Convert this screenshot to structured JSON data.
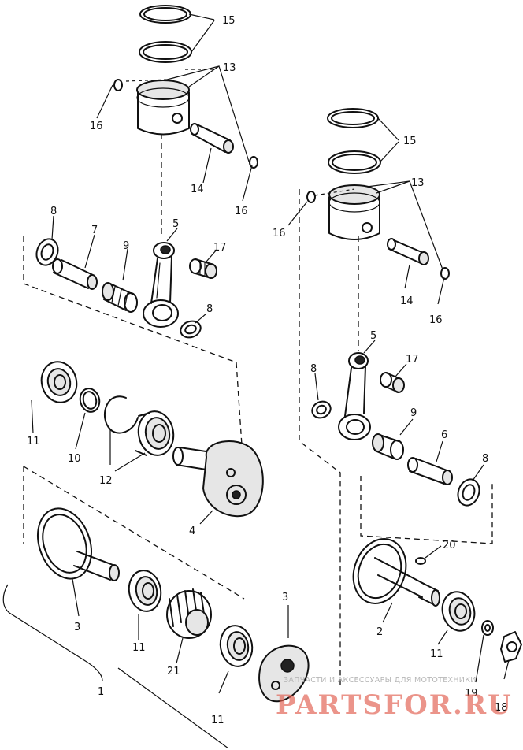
{
  "diagram": {
    "callouts": [
      {
        "id": "c15a",
        "text": "15"
      },
      {
        "id": "c13a",
        "text": "13"
      },
      {
        "id": "c16a",
        "text": "16"
      },
      {
        "id": "c14a",
        "text": "14"
      },
      {
        "id": "c16b",
        "text": "16"
      },
      {
        "id": "c8a",
        "text": "8"
      },
      {
        "id": "c7",
        "text": "7"
      },
      {
        "id": "c9a",
        "text": "9"
      },
      {
        "id": "c5a",
        "text": "5"
      },
      {
        "id": "c17a",
        "text": "17"
      },
      {
        "id": "c8b",
        "text": "8"
      },
      {
        "id": "c15b",
        "text": "15"
      },
      {
        "id": "c13b",
        "text": "13"
      },
      {
        "id": "c16c",
        "text": "16"
      },
      {
        "id": "c14b",
        "text": "14"
      },
      {
        "id": "c16d",
        "text": "16"
      },
      {
        "id": "c5b",
        "text": "5"
      },
      {
        "id": "c8c",
        "text": "8"
      },
      {
        "id": "c17b",
        "text": "17"
      },
      {
        "id": "c9b",
        "text": "9"
      },
      {
        "id": "c6",
        "text": "6"
      },
      {
        "id": "c8d",
        "text": "8"
      },
      {
        "id": "c11a",
        "text": "11"
      },
      {
        "id": "c10",
        "text": "10"
      },
      {
        "id": "c12",
        "text": "12"
      },
      {
        "id": "c4",
        "text": "4"
      },
      {
        "id": "c20",
        "text": "20"
      },
      {
        "id": "c3a",
        "text": "3"
      },
      {
        "id": "c11b",
        "text": "11"
      },
      {
        "id": "c21",
        "text": "21"
      },
      {
        "id": "c11c",
        "text": "11"
      },
      {
        "id": "c3b",
        "text": "3"
      },
      {
        "id": "c2",
        "text": "2"
      },
      {
        "id": "c11d",
        "text": "11"
      },
      {
        "id": "c19",
        "text": "19"
      },
      {
        "id": "c18",
        "text": "18"
      },
      {
        "id": "c1",
        "text": "1"
      }
    ]
  },
  "watermark": {
    "tagline": "ЗАПЧАСТИ И АКСЕССУАРЫ ДЛЯ МОТОТЕХНИКИ",
    "logo": "PARTSFOR.RU"
  }
}
